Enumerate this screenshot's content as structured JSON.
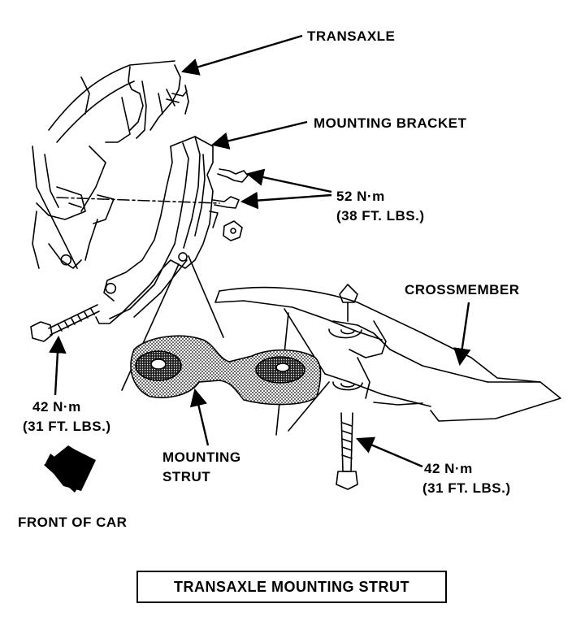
{
  "labels": {
    "transaxle": "TRANSAXLE",
    "mounting_bracket": "MOUNTING BRACKET",
    "torque_bracket_metric": "52 N·m",
    "torque_bracket_imperial": "(38 FT. LBS.)",
    "crossmember": "CROSSMEMBER",
    "torque_left_metric": "42 N·m",
    "torque_left_imperial": "(31 FT. LBS.)",
    "mounting_strut_line1": "MOUNTING",
    "mounting_strut_line2": "STRUT",
    "torque_right_metric": "42 N·m",
    "torque_right_imperial": "(31 FT. LBS.)",
    "front_of_car": "FRONT OF CAR"
  },
  "caption": "TRANSAXLE MOUNTING STRUT",
  "colors": {
    "ink": "#000000",
    "paper": "#ffffff"
  },
  "icons": [
    "front-direction-arrow-icon"
  ]
}
